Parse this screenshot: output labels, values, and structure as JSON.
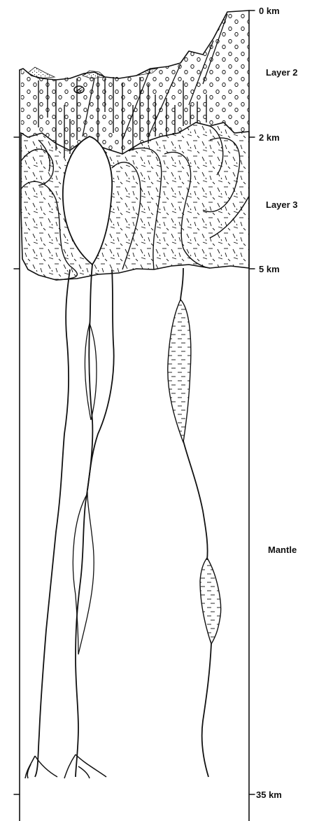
{
  "figure": {
    "depth_labels": [
      {
        "id": "depth-0",
        "text": "0 km",
        "depth_km": 0
      },
      {
        "id": "depth-2",
        "text": "2 km",
        "depth_km": 2
      },
      {
        "id": "depth-5",
        "text": "5 km",
        "depth_km": 5
      },
      {
        "id": "depth-35",
        "text": "35 km",
        "depth_km": 35
      }
    ],
    "layer_labels": {
      "layer2": "Layer 2",
      "layer3": "Layer 3",
      "mantle": "Mantle"
    }
  },
  "colors": {
    "ink": "#111111",
    "background": "#ffffff"
  }
}
